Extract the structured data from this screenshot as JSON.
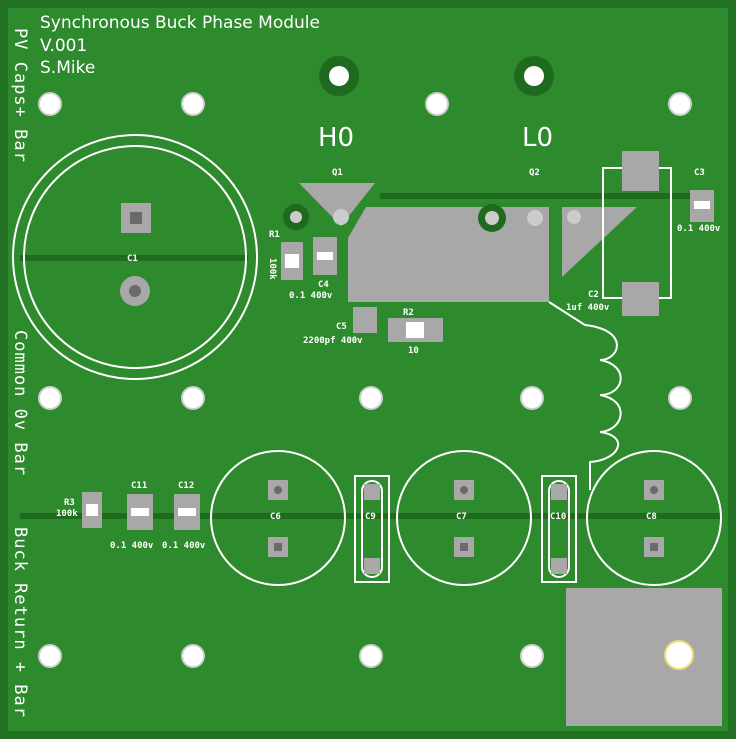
{
  "title_lines": [
    "Synchronous Buck Phase Module",
    "V.001",
    "S.Mike"
  ],
  "side_labels": [
    "PV Caps+ Bar",
    "Common 0v Bar",
    "Buck Return + Bar"
  ],
  "pad_labels": [
    "H0",
    "L0"
  ],
  "components": {
    "Q1": "Q1",
    "Q2": "Q2",
    "C1": "C1",
    "C2": "C2",
    "C3": "C3",
    "C4": "C4",
    "C5": "C5",
    "C6": "C6",
    "C7": "C7",
    "C8": "C8",
    "C9": "C9",
    "C10": "C10",
    "C11": "C11",
    "C12": "C12",
    "R1": "R1",
    "R2": "R2",
    "R3": "R3"
  },
  "values": {
    "R1": "100k",
    "C4": "0.1 400v",
    "C5": "2200pf 400v",
    "R2": "10",
    "C2": "1uf 400v",
    "C3": "0.1 400v",
    "R3": "100k",
    "C11": "0.1 400v",
    "C12": "0.1 400v"
  },
  "colors": {
    "board": "#1e6b1e",
    "copper_pour": "#2b8a2b",
    "trace": "#1c5f1c",
    "silkscreen": "#ffffff",
    "copper_exposed": "#a8a8a8",
    "hole": "#ffffff"
  }
}
